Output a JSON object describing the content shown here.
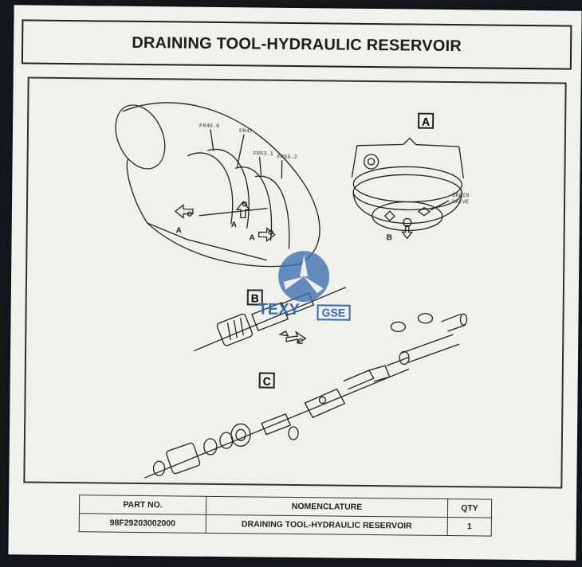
{
  "title": "DRAINING TOOL-HYDRAULIC RESERVOIR",
  "drawing": {
    "frame_labels": [
      "FR40.6",
      "FR47",
      "FR53.1",
      "FR55.2"
    ],
    "callouts": {
      "a": "A",
      "b": "B",
      "c": "C"
    },
    "arrow_labels": {
      "a1": "A",
      "a2": "A",
      "a3": "A",
      "b": "B",
      "c": "C"
    },
    "drain_valve_label": "DRAIN\nVALVE",
    "watermark": {
      "logo_text": "TEXY",
      "gse": "GSE"
    }
  },
  "parts_table": {
    "headers": {
      "part_no": "PART NO.",
      "nomenclature": "NOMENCLATURE",
      "qty": "QTY"
    },
    "rows": [
      {
        "part_no": "98F29203002000",
        "nomenclature": "DRAINING TOOL-HYDRAULIC RESERVOIR",
        "qty": "1"
      }
    ]
  }
}
